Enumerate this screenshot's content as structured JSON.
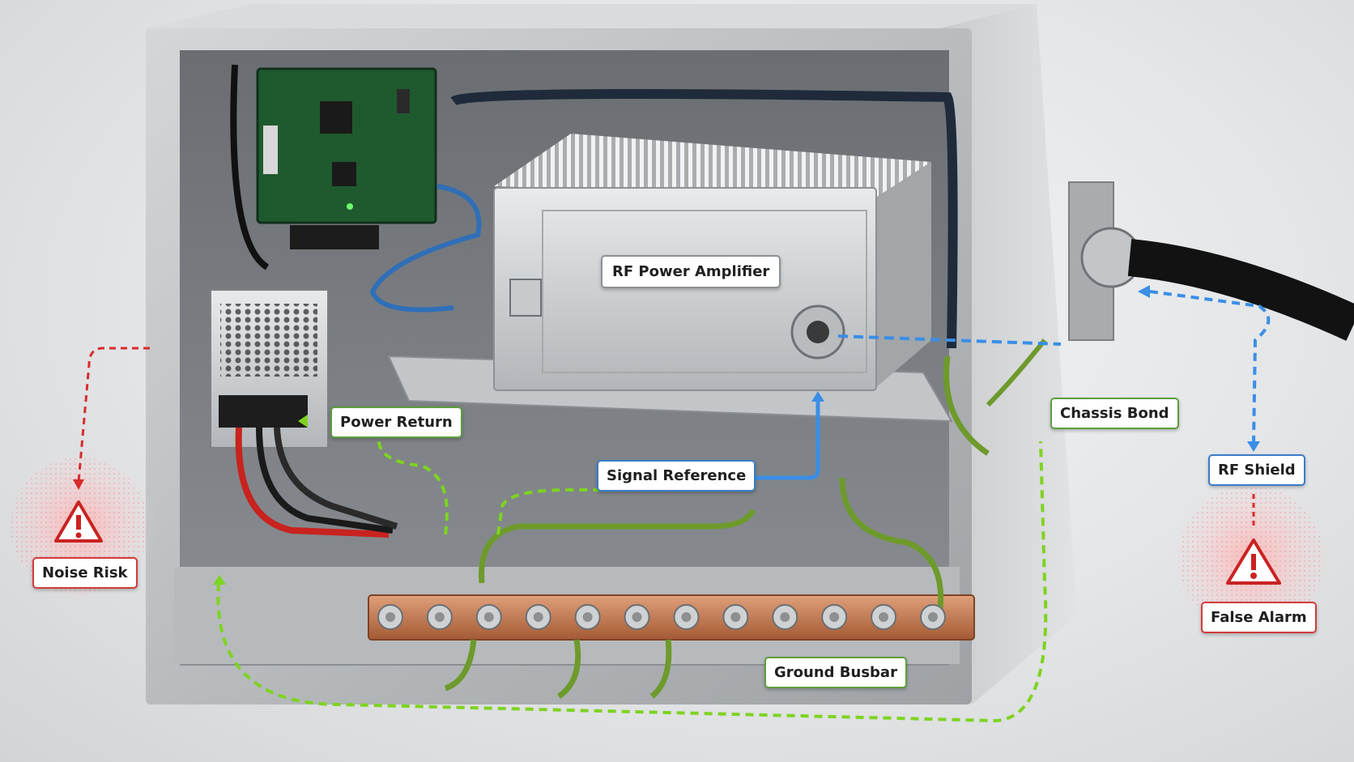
{
  "labels": {
    "rf_power_amplifier": "RF Power Amplifier",
    "power_return": "Power Return",
    "signal_reference": "Signal Reference",
    "chassis_bond": "Chassis Bond",
    "rf_shield": "RF Shield",
    "noise_risk": "Noise Risk",
    "false_alarm": "False Alarm",
    "ground_busbar": "Ground Busbar"
  },
  "colors": {
    "ground_path": "#7ed321",
    "rf_path": "#3a8ee6",
    "warning": "#d92b2b",
    "copper": "#c77b4f",
    "enclosure": "#b9bcbf"
  },
  "icons": [
    "warning-triangle-icon",
    "warning-triangle-icon"
  ]
}
